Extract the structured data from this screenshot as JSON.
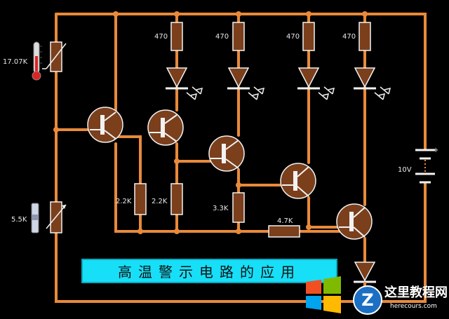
{
  "title": "高温警示电路的应用",
  "labels": {
    "thermistor_value": "17.07K",
    "pot_value": "5.5K",
    "led_resistors": [
      "470",
      "470",
      "470",
      "470"
    ],
    "r_2k2_a": "2.2K",
    "r_2k2_b": "2.2K",
    "r_3k3": "3.3K",
    "r_4k7": "4.7K",
    "battery": "10V",
    "battery_plus": "+"
  },
  "watermark": {
    "site_name": "这里教程网",
    "site_url": "herecours.com"
  },
  "colors": {
    "background": "#000000",
    "wire": "#e98a3a",
    "resistor": "#7b3f1c",
    "title_bg": "#17dff7"
  }
}
